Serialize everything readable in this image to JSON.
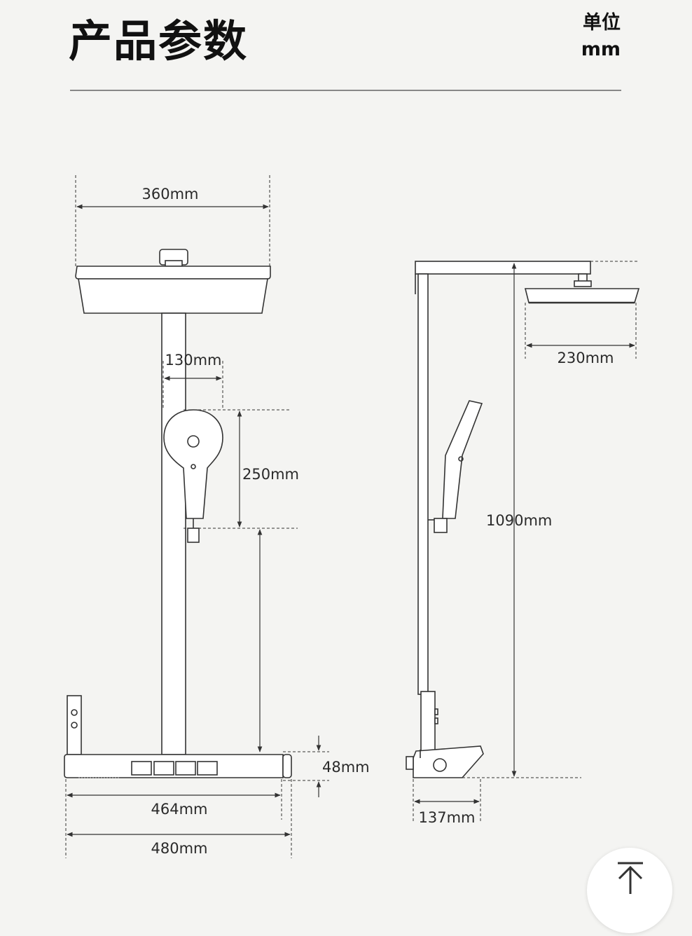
{
  "header": {
    "title": "产品参数",
    "unit_line1": "单位",
    "unit_line2": "mm"
  },
  "front_view": {
    "top_width": "360mm",
    "handheld_width": "130mm",
    "handheld_height": "250mm",
    "base_height": "48mm",
    "base_width_inner": "464mm",
    "base_width_outer": "480mm"
  },
  "side_view": {
    "head_width": "230mm",
    "total_height": "1090mm",
    "base_depth": "137mm"
  },
  "icons": {
    "scroll_top": "arrow-up-to-top-icon"
  }
}
